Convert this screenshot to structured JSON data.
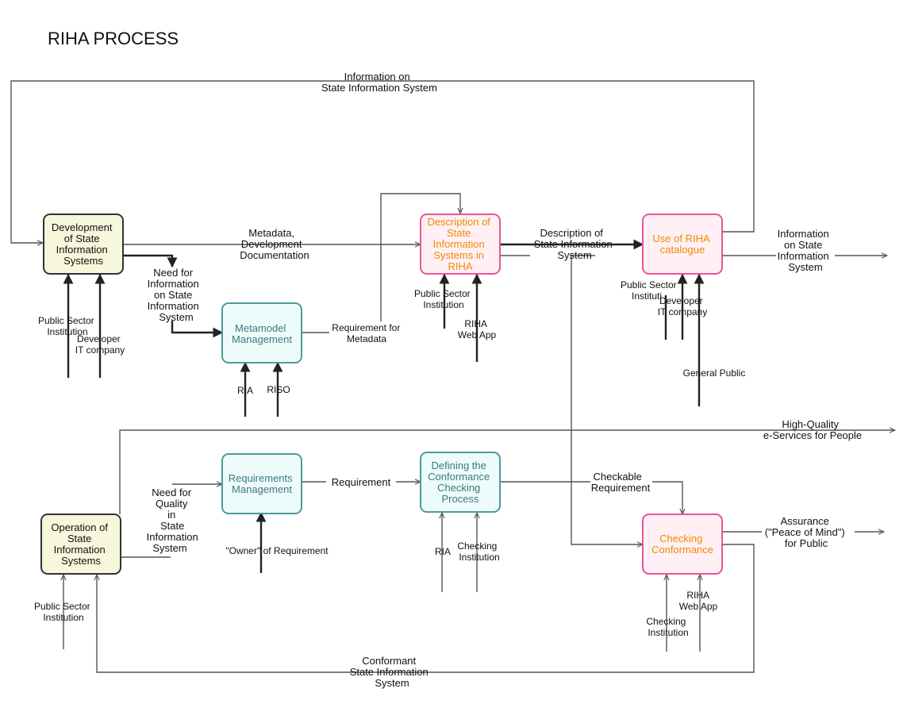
{
  "title": "RIHA PROCESS",
  "colors": {
    "yellow_fill": "#f7f7dc",
    "yellow_stroke": "#333333",
    "pink_fill": "#fff0f5",
    "pink_stroke": "#e8559c",
    "pink_text": "#f08a00",
    "teal_fill": "#eefbfb",
    "teal_stroke": "#4e9a9a",
    "teal_text": "#3b7a80"
  },
  "boxes": {
    "development": [
      "Development",
      "of State",
      "Information",
      "Systems"
    ],
    "metamodel": [
      "Metamodel",
      "Management"
    ],
    "description": [
      "Description of",
      "State",
      "Information",
      "Systems in",
      "RIHA"
    ],
    "use_catalogue": [
      "Use of RIHA",
      "catalogue"
    ],
    "operation": [
      "Operation of",
      "State",
      "Information",
      "Systems"
    ],
    "requirements": [
      "Requirements",
      "Management"
    ],
    "defining": [
      "Defining the",
      "Conformance",
      "Checking",
      "Process"
    ],
    "checking": [
      "Checking",
      "Conformance"
    ]
  },
  "labels": {
    "info_top": [
      "Information on",
      "State Information System"
    ],
    "metadata_dev": [
      "Metadata,",
      "Development",
      "Documentation"
    ],
    "need_info": [
      "Need for",
      "Information",
      "on State",
      "Information",
      "System"
    ],
    "req_metadata": [
      "Requirement for",
      "Metadata"
    ],
    "desc_state": [
      "Description of",
      "State Information",
      "System"
    ],
    "info_state_out": [
      "Information",
      "on State",
      "Information",
      "System"
    ],
    "pub_sector_dev": [
      "Public Sector",
      "Institution"
    ],
    "developer_dev": [
      "Developer",
      "IT company"
    ],
    "ria_meta": "RIA",
    "riso": "RISO",
    "pub_sector_desc": [
      "Public Sector",
      "Institution"
    ],
    "riha_web_desc": [
      "RIHA",
      "Web App"
    ],
    "pub_sector_use": [
      "Public Sector",
      "Instituti"
    ],
    "developer_use": [
      "Developer",
      "IT company"
    ],
    "general_public": "General Public",
    "high_quality": [
      "High-Quality",
      "e-Services for People"
    ],
    "need_quality": [
      "Need for",
      "Quality",
      "in",
      "State",
      "Information",
      "System"
    ],
    "requirement": "Requirement",
    "checkable": [
      "Checkable",
      "Requirement"
    ],
    "owner_req": "\"Owner\"  of Requirement",
    "ria_def": "RIA",
    "checking_inst_def": [
      "Checking",
      "Institution"
    ],
    "assurance": [
      "Assurance",
      "(\"Peace of Mind\")",
      "for Public"
    ],
    "riha_web_check": [
      "RIHA",
      "Web App"
    ],
    "checking_inst_check": [
      "Checking",
      "Institution"
    ],
    "pub_sector_op": [
      "Public Sector",
      "Institution"
    ],
    "conformant": [
      "Conformant",
      "State Information",
      "System"
    ]
  }
}
